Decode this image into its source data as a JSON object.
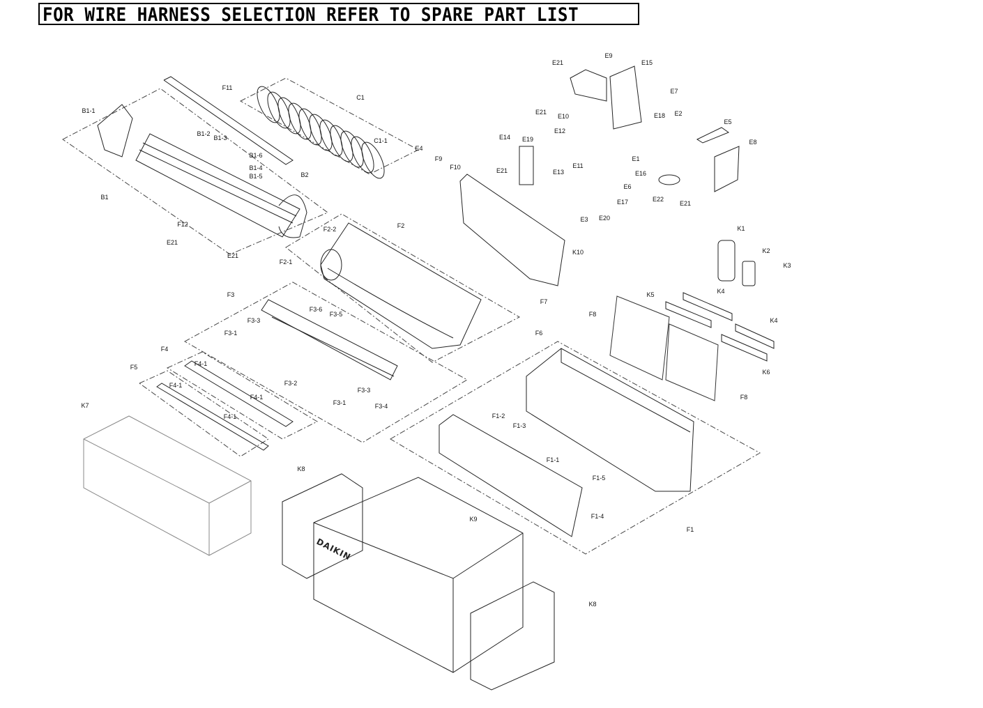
{
  "title": "FOR WIRE HARNESS SELECTION REFER TO SPARE PART LIST",
  "labels": [
    "E21",
    "E9",
    "E15",
    "E7",
    "E21",
    "E10",
    "E18",
    "E2",
    "E5",
    "E8",
    "E12",
    "E19",
    "E14",
    "E1",
    "E16",
    "E11",
    "E13",
    "E6",
    "E21",
    "E17",
    "E22",
    "E21",
    "E3",
    "E20",
    "K1",
    "K2",
    "K3",
    "K10",
    "K5",
    "K4",
    "K4",
    "F8",
    "F8",
    "K6",
    "F6",
    "F7",
    "F1",
    "F1-1",
    "F1-2",
    "F1-3",
    "F1-5",
    "F1-4",
    "K9",
    "K8",
    "K8",
    "K7",
    "F5",
    "F4",
    "F4-1",
    "F4-1",
    "F4-1",
    "F4-1",
    "F3",
    "F3-1",
    "F3-3",
    "F3-6",
    "F3-5",
    "F3-2",
    "F3-3",
    "F3-1",
    "F3-4",
    "F2",
    "F2-2",
    "F2-1",
    "F12",
    "E21",
    "E21",
    "B1",
    "B1-1",
    "F11",
    "B1-2",
    "B1-3",
    "B1-6",
    "B1-4",
    "B1-5",
    "B2",
    "C1",
    "C1-1",
    "E4",
    "F9",
    "F10"
  ],
  "box_brand": "DAIKIN"
}
